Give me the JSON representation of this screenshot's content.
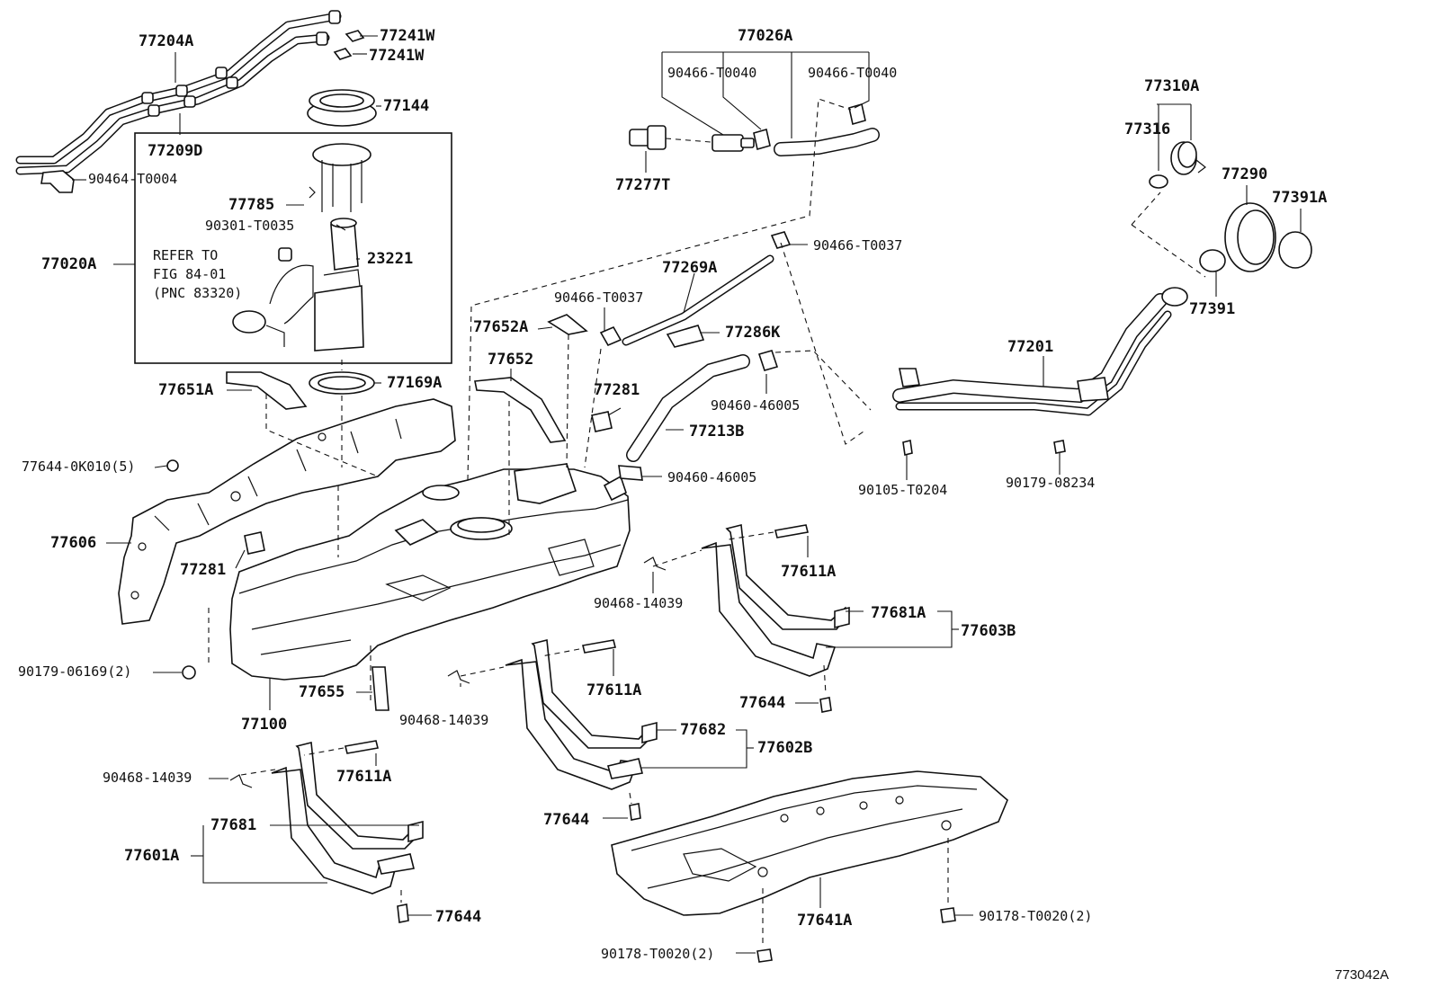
{
  "diagram": {
    "reference_code": "773042A",
    "refer_note": [
      "REFER TO",
      "FIG 84-01",
      "(PNC 83320)"
    ],
    "labels": [
      "77204A",
      "77241W",
      "77241W",
      "77144",
      "77209D",
      "90464-T0004",
      "77785",
      "90301-T0035",
      "77020A",
      "23221",
      "77169A",
      "77651A",
      "77644-0K010(5)",
      "77606",
      "77281",
      "90179-06169(2)",
      "77100",
      "77655",
      "77652A",
      "77652",
      "90466-T0037",
      "77269A",
      "77286K",
      "77281",
      "77213B",
      "90460-46005",
      "77026A",
      "90466-T0040",
      "90466-T0040",
      "77277T",
      "90466-T0037",
      "90460-46005",
      "77310A",
      "77316",
      "77290",
      "77391A",
      "77391",
      "77201",
      "90105-T0204",
      "90179-08234",
      "77611A",
      "90468-14039",
      "77681A",
      "77603B",
      "77644",
      "77611A",
      "90468-14039",
      "77682",
      "77602B",
      "77644",
      "90468-14039",
      "77611A",
      "77681",
      "77601A",
      "77644",
      "77641A",
      "90178-T0020(2)",
      "90178-T0020(2)"
    ]
  }
}
